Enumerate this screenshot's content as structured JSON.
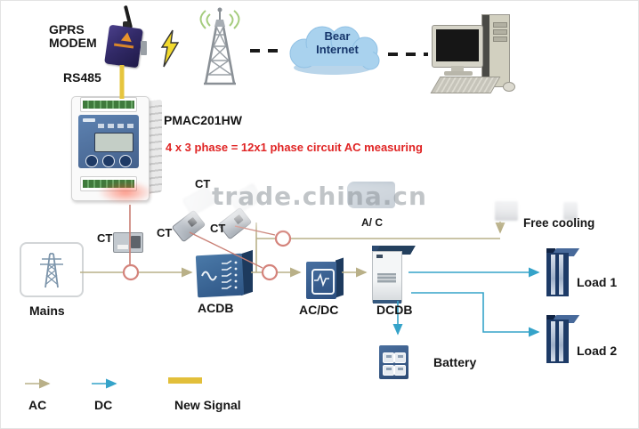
{
  "labels": {
    "gprs_modem": "GPRS\nMODEM",
    "rs485": "RS485",
    "pmac_model": "PMAC201HW",
    "red_note": "4 x 3 phase = 12x1 phase  circuit AC measuring",
    "cloud": "Bear\nInternet",
    "ac_unit": "A/ C",
    "free_cooling": "Free cooling",
    "mains": "Mains",
    "acdb": "ACDB",
    "ac_dc": "AC/DC",
    "dcdb": "DCDB",
    "battery": "Battery",
    "load1": "Load 1",
    "load2": "Load 2",
    "watermark": "trade.china.cn"
  },
  "ct_labels": [
    "CT",
    "CT",
    "CT",
    "CT"
  ],
  "legend": {
    "ac": "AC",
    "dc": "DC",
    "new_signal": "New Signal"
  },
  "colors": {
    "ac_line": "#b9b088",
    "dc_line": "#35a3c9",
    "new_signal_line": "#e2bf3a",
    "ct_line": "#c97f74",
    "node_ring": "#d4837b",
    "red_text": "#e02424",
    "cloud_fill": "#a9d2ee",
    "cloud_text": "#16366b",
    "device_blue": "#3d6494",
    "dashed_line": "#1a1a1a"
  }
}
